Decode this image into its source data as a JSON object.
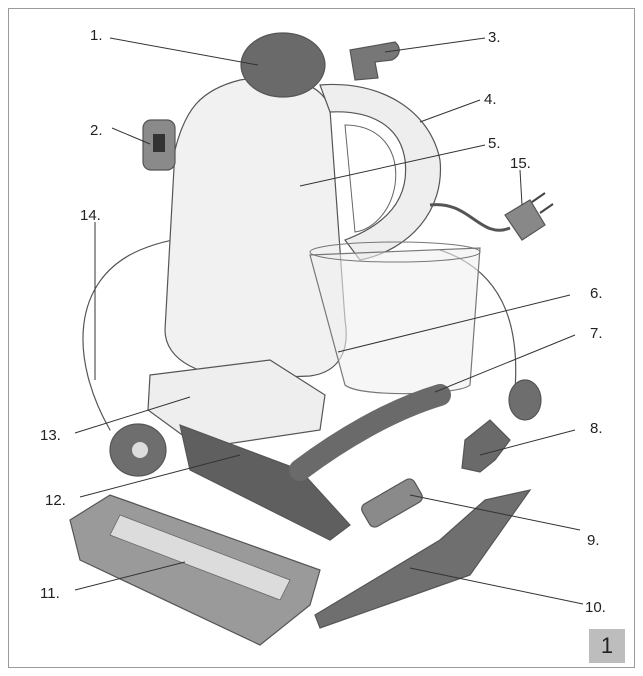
{
  "figure": {
    "badge": "1",
    "callouts": [
      {
        "label": "1.",
        "part": "top-cap"
      },
      {
        "label": "2.",
        "part": "lock-switch"
      },
      {
        "label": "3.",
        "part": "trigger"
      },
      {
        "label": "4.",
        "part": "handle"
      },
      {
        "label": "5.",
        "part": "body"
      },
      {
        "label": "6.",
        "part": "measuring-cup-mark"
      },
      {
        "label": "7.",
        "part": "measuring-cup"
      },
      {
        "label": "8.",
        "part": "angled-nozzle"
      },
      {
        "label": "9.",
        "part": "brush"
      },
      {
        "label": "10.",
        "part": "extension-nozzle"
      },
      {
        "label": "11.",
        "part": "window-squeegee"
      },
      {
        "label": "12.",
        "part": "floor-tool"
      },
      {
        "label": "13.",
        "part": "cloth-cover"
      },
      {
        "label": "14.",
        "part": "hose"
      },
      {
        "label": "15.",
        "part": "power-plug"
      }
    ]
  }
}
